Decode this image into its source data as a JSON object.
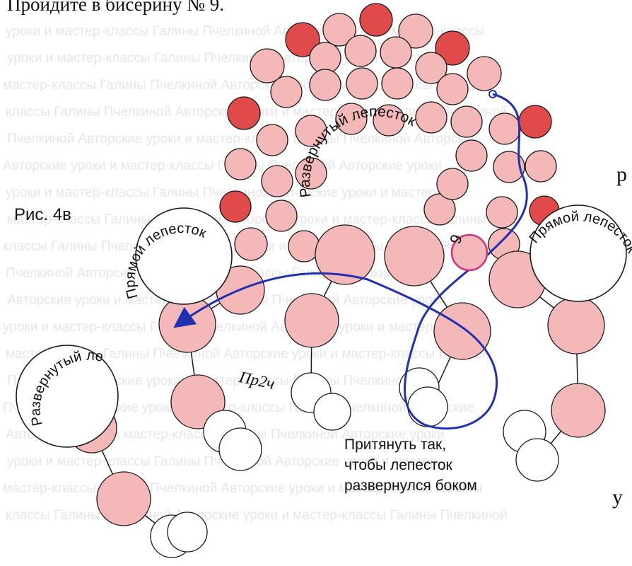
{
  "header": {
    "instruction": "Пройдите в бисерину № 9."
  },
  "figure_label": "Рис. 4в",
  "petal_labels": {
    "straight_left": "Прямой лепесток",
    "straight_right": "Прямой лепесток",
    "unfolded_center": "Развернутый лепесток",
    "unfolded_left": "Развернутый лепесток"
  },
  "bead_number_label": "9",
  "handwritten_note": "Пр2ч",
  "caption": [
    "Притянуть так,",
    "чтобы лепесток",
    "развернулся боком"
  ],
  "edge_letters": {
    "top_right": "р",
    "bottom_right": "у"
  },
  "watermark_lines": [
    "уроки и мастер-классы Галины Пчелкиной   Авторские уроки и мастер-классы",
    "уроки и мастер-классы Галины Пчелкиной   Авторские уроки и мастер-",
    "мастер-классы Галины Пчелкиной   Авторские уроки и мастер-классы Галины",
    "классы Галины Пчелкиной Авторские уроки и мастер-классы Галины Пчелкиной",
    "Пчелкиной   Авторские уроки и мастер-классы Галины Пчелкиной   Авторские",
    "Авторские уроки и мастер-классы Галины Пчелкиной   Авторские уроки",
    "уроки и мастер-классы Галины Пчелкиной   Авторские уроки и мастер-",
    "мастер-классы Галины Пчелкиной   Авторские уроки и мастер-классы Галины",
    "классы Галины Пчелкиной Авторские уроки и мастер-классы Галины Пчелкиной",
    "Пчелкиной   Авторские уроки и мастер-классы Галины Пчелкиной",
    "Авторские уроки и мастер-классы Галины Пчелкиной   Авторские уроки",
    "уроки и мастер-классы Галины Пчелкиной   Авторские уроки и мастер-",
    "мастер-классы Галины Пчелкиной   Авторские уроки и мастер-классы Галины",
    "Пчелкиной   Авторские уроки и мастер-классы Галины Пчелкиной",
    "Пчелкиной   Авторские уроки и мастер-классы Галины Пчелкиной   Авторские",
    "Авторские уроки и мастер-классы Галины Пчелкиной   Авторские уроки",
    "уроки и мастер-классы Галины Пчелкиной   Авторские уроки и мастер-",
    "мастер-классы Галины Пчелкиной   Авторские уроки и мастер-классы Галины",
    "классы Галины Пчелкиной Авторские уроки и мастер-классы Галины Пчелкиной"
  ],
  "colors": {
    "bead_pink": "#f5b8b8",
    "bead_red": "#e04a4a",
    "outline": "#1a1a1a",
    "thread_blue": "#2030b0",
    "highlight_ring": "#d0307a",
    "watermark": "#e6e6e6"
  }
}
